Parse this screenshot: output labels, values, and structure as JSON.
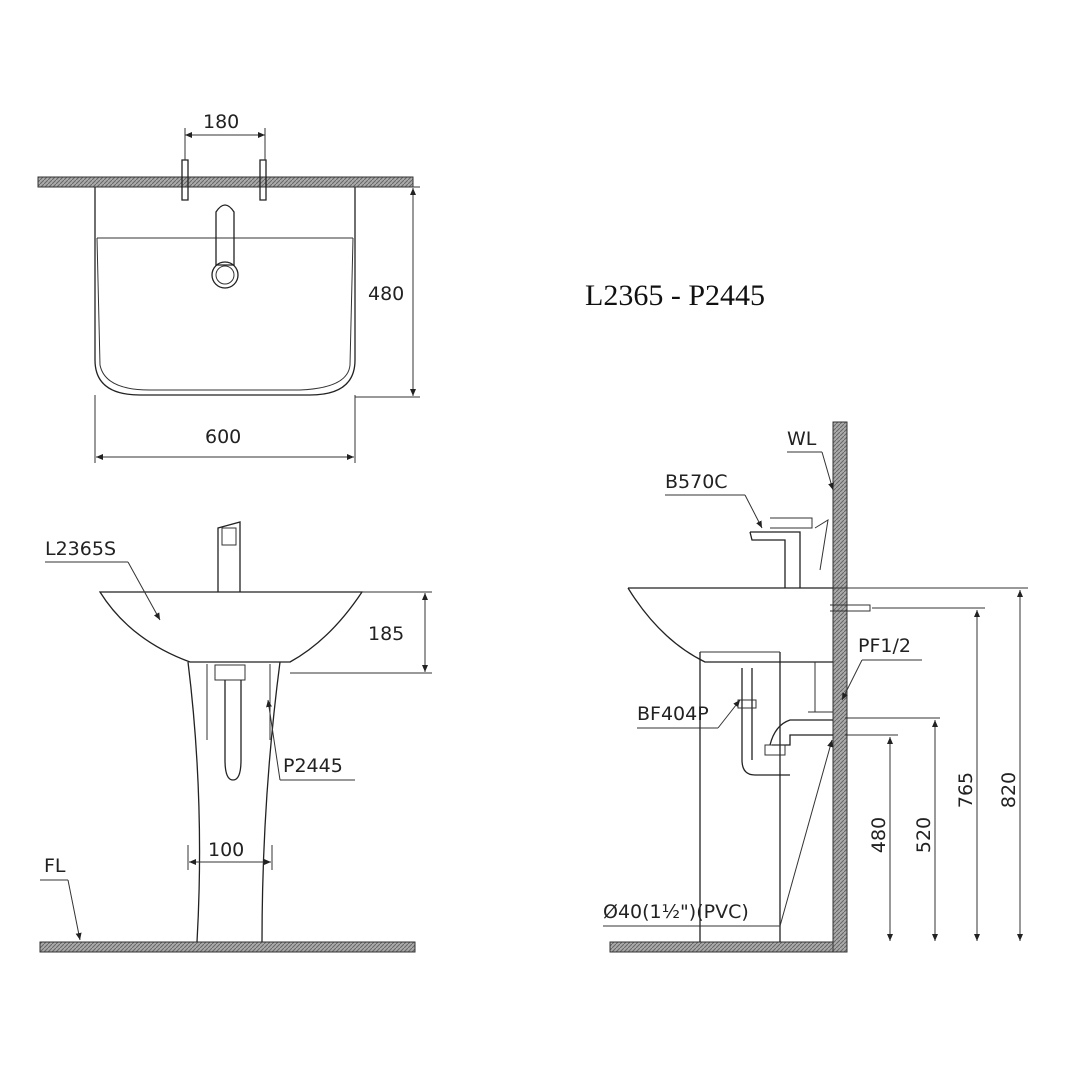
{
  "title": "L2365 - P2445",
  "top_view": {
    "dim_faucet_spacing": "180",
    "dim_depth": "480",
    "dim_width": "600"
  },
  "front_view": {
    "basin_label": "L2365S",
    "pedestal_label": "P2445",
    "dim_basin_height": "185",
    "dim_pedestal_width": "100",
    "floor_label": "FL"
  },
  "side_view": {
    "wall_label": "WL",
    "faucet_label": "B570C",
    "supply_label": "PF1/2",
    "trap_label": "BF404P",
    "drain_label": "Ø40(1½\")(PVC)",
    "dims": {
      "basin_top": "820",
      "supply_inlet": "765",
      "trap_outlet": "520",
      "drain_outlet": "480"
    }
  },
  "colors": {
    "line": "#222222",
    "hatch": "#888888"
  }
}
